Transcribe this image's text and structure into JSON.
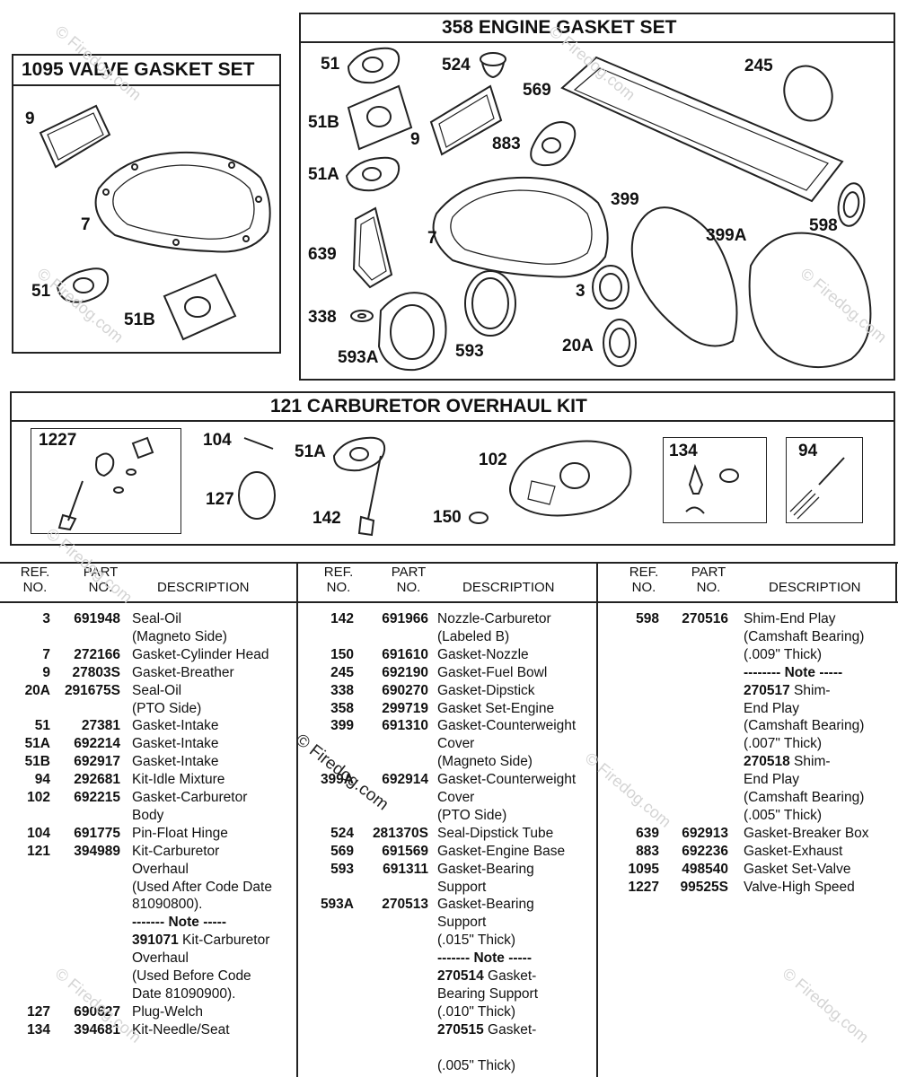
{
  "kits": {
    "valve": {
      "title": "1095 VALVE  GASKET SET",
      "labels": [
        "9",
        "7",
        "51",
        "51B"
      ]
    },
    "engine": {
      "title": "358 ENGINE GASKET SET",
      "labels": [
        "51",
        "524",
        "569",
        "245",
        "51B",
        "9",
        "883",
        "51A",
        "399",
        "598",
        "7",
        "399A",
        "639",
        "3",
        "338",
        "593A",
        "593",
        "20A"
      ]
    },
    "carb": {
      "title": "121 CARBURETOR OVERHAUL KIT",
      "labels": [
        "1227",
        "104",
        "51A",
        "102",
        "134",
        "94",
        "127",
        "142",
        "150"
      ]
    }
  },
  "table": {
    "header": {
      "ref": "REF.\nNO.",
      "part": "PART\nNO.",
      "desc": "DESCRIPTION"
    },
    "columns": [
      [
        {
          "ref": "3",
          "part": "691948",
          "desc": "Seal-Oil"
        },
        {
          "ref": "",
          "part": "",
          "desc": "(Magneto Side)"
        },
        {
          "ref": "7",
          "part": "272166",
          "desc": "Gasket-Cylinder Head"
        },
        {
          "ref": "9",
          "part": "27803S",
          "desc": "Gasket-Breather"
        },
        {
          "ref": "20A",
          "part": "291675S",
          "desc": "Seal-Oil"
        },
        {
          "ref": "",
          "part": "",
          "desc": "(PTO Side)"
        },
        {
          "ref": "51",
          "part": "27381",
          "desc": "Gasket-Intake"
        },
        {
          "ref": "51A",
          "part": "692214",
          "desc": "Gasket-Intake"
        },
        {
          "ref": "51B",
          "part": "692917",
          "desc": "Gasket-Intake"
        },
        {
          "ref": "94",
          "part": "292681",
          "desc": "Kit-Idle Mixture"
        },
        {
          "ref": "102",
          "part": "692215",
          "desc": "Gasket-Carburetor"
        },
        {
          "ref": "",
          "part": "",
          "desc": "Body"
        },
        {
          "ref": "104",
          "part": "691775",
          "desc": "Pin-Float Hinge"
        },
        {
          "ref": "121",
          "part": "394989",
          "desc": "Kit-Carburetor"
        },
        {
          "ref": "",
          "part": "",
          "desc": "Overhaul"
        },
        {
          "ref": "",
          "part": "",
          "desc": "(Used After Code Date"
        },
        {
          "ref": "",
          "part": "",
          "desc": "81090800)."
        },
        {
          "ref": "",
          "part": "",
          "desc": "------- Note -----",
          "bold": true
        },
        {
          "ref": "",
          "part": "",
          "desc": "391071 Kit-Carburetor",
          "lead": "391071"
        },
        {
          "ref": "",
          "part": "",
          "desc": "Overhaul"
        },
        {
          "ref": "",
          "part": "",
          "desc": "(Used Before Code"
        },
        {
          "ref": "",
          "part": "",
          "desc": "Date 81090900)."
        },
        {
          "ref": "127",
          "part": "690627",
          "desc": "Plug-Welch"
        },
        {
          "ref": "134",
          "part": "394681",
          "desc": "Kit-Needle/Seat"
        }
      ],
      [
        {
          "ref": "142",
          "part": "691966",
          "desc": "Nozzle-Carburetor"
        },
        {
          "ref": "",
          "part": "",
          "desc": "(Labeled B)"
        },
        {
          "ref": "150",
          "part": "691610",
          "desc": "Gasket-Nozzle"
        },
        {
          "ref": "245",
          "part": "692190",
          "desc": "Gasket-Fuel Bowl"
        },
        {
          "ref": "338",
          "part": "690270",
          "desc": "Gasket-Dipstick"
        },
        {
          "ref": "358",
          "part": "299719",
          "desc": "Gasket Set-Engine"
        },
        {
          "ref": "399",
          "part": "691310",
          "desc": "Gasket-Counterweight"
        },
        {
          "ref": "",
          "part": "",
          "desc": "Cover"
        },
        {
          "ref": "",
          "part": "",
          "desc": "(Magneto Side)"
        },
        {
          "ref": "399A",
          "part": "692914",
          "desc": "Gasket-Counterweight"
        },
        {
          "ref": "",
          "part": "",
          "desc": "Cover"
        },
        {
          "ref": "",
          "part": "",
          "desc": "(PTO Side)"
        },
        {
          "ref": "524",
          "part": "281370S",
          "desc": "Seal-Dipstick Tube"
        },
        {
          "ref": "569",
          "part": "691569",
          "desc": "Gasket-Engine Base"
        },
        {
          "ref": "593",
          "part": "691311",
          "desc": "Gasket-Bearing"
        },
        {
          "ref": "",
          "part": "",
          "desc": "Support"
        },
        {
          "ref": "593A",
          "part": "270513",
          "desc": "Gasket-Bearing"
        },
        {
          "ref": "",
          "part": "",
          "desc": "Support"
        },
        {
          "ref": "",
          "part": "",
          "desc": "(.015\" Thick)"
        },
        {
          "ref": "",
          "part": "",
          "desc": "------- Note -----",
          "bold": true
        },
        {
          "ref": "",
          "part": "",
          "desc": "270514 Gasket-",
          "lead": "270514"
        },
        {
          "ref": "",
          "part": "",
          "desc": "Bearing Support"
        },
        {
          "ref": "",
          "part": "",
          "desc": "(.010\" Thick)"
        },
        {
          "ref": "",
          "part": "",
          "desc": "270515 Gasket-",
          "lead": "270515"
        },
        {
          "ref": "",
          "part": "",
          "desc": ""
        },
        {
          "ref": "",
          "part": "",
          "desc": "(.005\" Thick)"
        }
      ],
      [
        {
          "ref": "598",
          "part": "270516",
          "desc": "Shim-End Play"
        },
        {
          "ref": "",
          "part": "",
          "desc": "(Camshaft Bearing)"
        },
        {
          "ref": "",
          "part": "",
          "desc": "(.009\" Thick)"
        },
        {
          "ref": "",
          "part": "",
          "desc": "-------- Note -----",
          "bold": true
        },
        {
          "ref": "",
          "part": "",
          "desc": "270517 Shim-",
          "lead": "270517"
        },
        {
          "ref": "",
          "part": "",
          "desc": "End Play"
        },
        {
          "ref": "",
          "part": "",
          "desc": "(Camshaft Bearing)"
        },
        {
          "ref": "",
          "part": "",
          "desc": "(.007\" Thick)"
        },
        {
          "ref": "",
          "part": "",
          "desc": "270518 Shim-",
          "lead": "270518"
        },
        {
          "ref": "",
          "part": "",
          "desc": "End Play"
        },
        {
          "ref": "",
          "part": "",
          "desc": "(Camshaft Bearing)"
        },
        {
          "ref": "",
          "part": "",
          "desc": "(.005\" Thick)"
        },
        {
          "ref": "639",
          "part": "692913",
          "desc": "Gasket-Breaker Box"
        },
        {
          "ref": "883",
          "part": "692236",
          "desc": "Gasket-Exhaust"
        },
        {
          "ref": "1095",
          "part": "498540",
          "desc": "Gasket Set-Valve"
        },
        {
          "ref": "1227",
          "part": "99525S",
          "desc": "Valve-High Speed"
        }
      ]
    ]
  },
  "watermark": {
    "text": "© Firedog.com",
    "center_text": "© Firedog.com"
  }
}
